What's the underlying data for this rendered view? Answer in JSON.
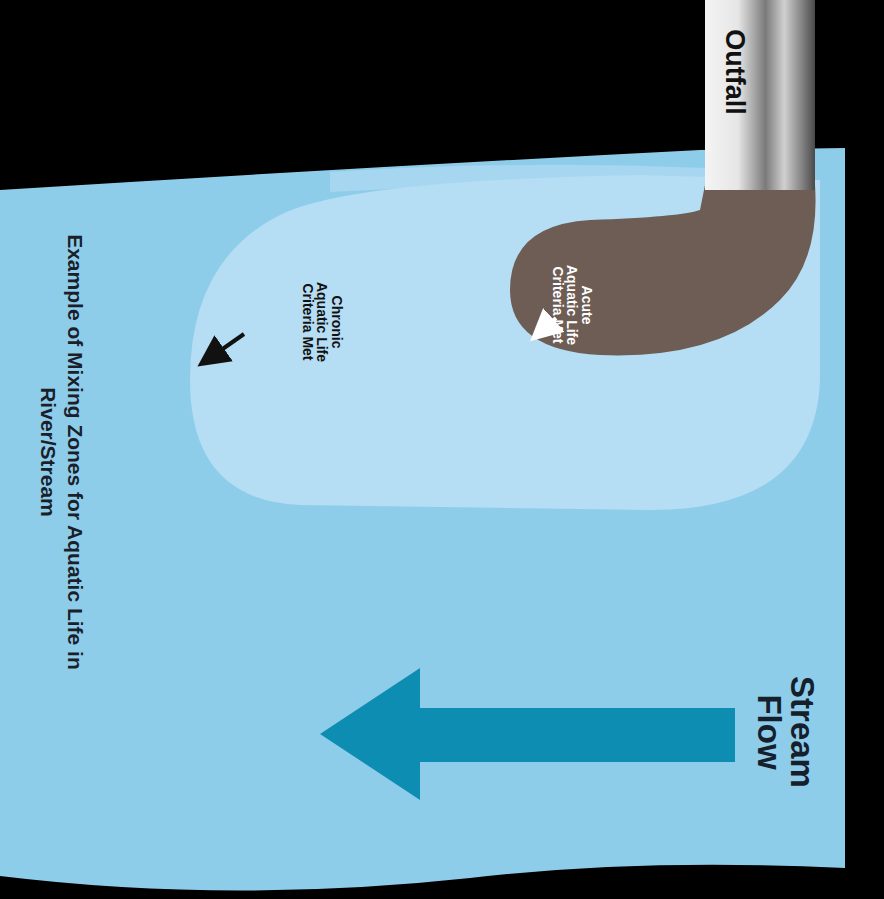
{
  "diagram": {
    "title": "Example of Mixing Zones for Aquatic Life in River/Stream",
    "nodes": [
      {
        "text": [
          "Outfall"
        ]
      },
      {
        "text": [
          "Chronic Aquatic Life Criteria Met"
        ]
      },
      {
        "text": [
          "Acute Aquatic Life Criteria Met"
        ],
        "in": 1
      }
    ],
    "labels": [
      "Stream Flow"
    ]
  }
}
